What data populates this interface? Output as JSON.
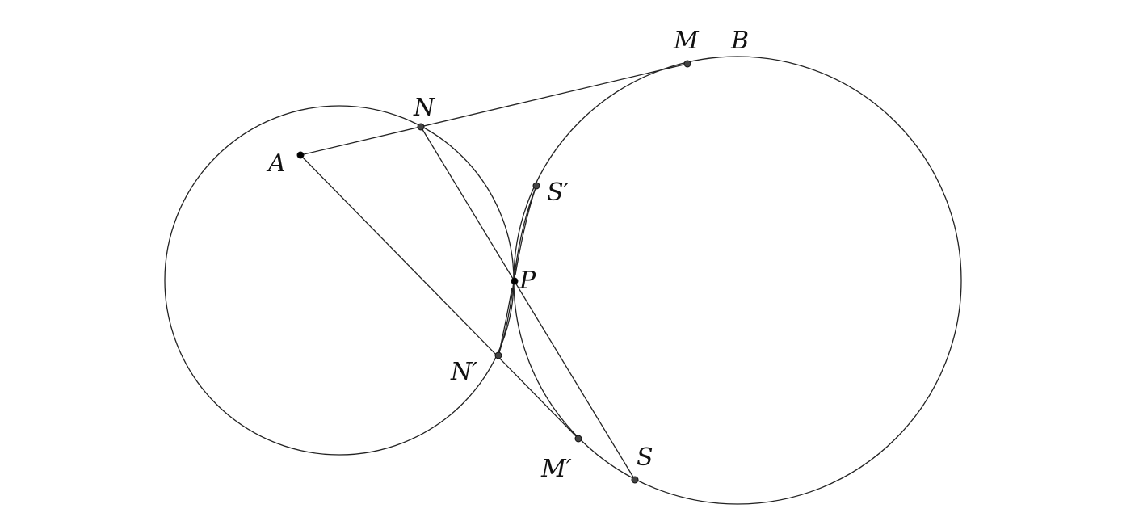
{
  "diagram": {
    "title": "Two tangent circles with inversion points",
    "labels": {
      "M": "M",
      "B": "B",
      "N": "N",
      "A": "A",
      "S_prime": "S′",
      "P": "P",
      "N_prime": "N′",
      "M_prime": "M′",
      "S": "S"
    }
  }
}
